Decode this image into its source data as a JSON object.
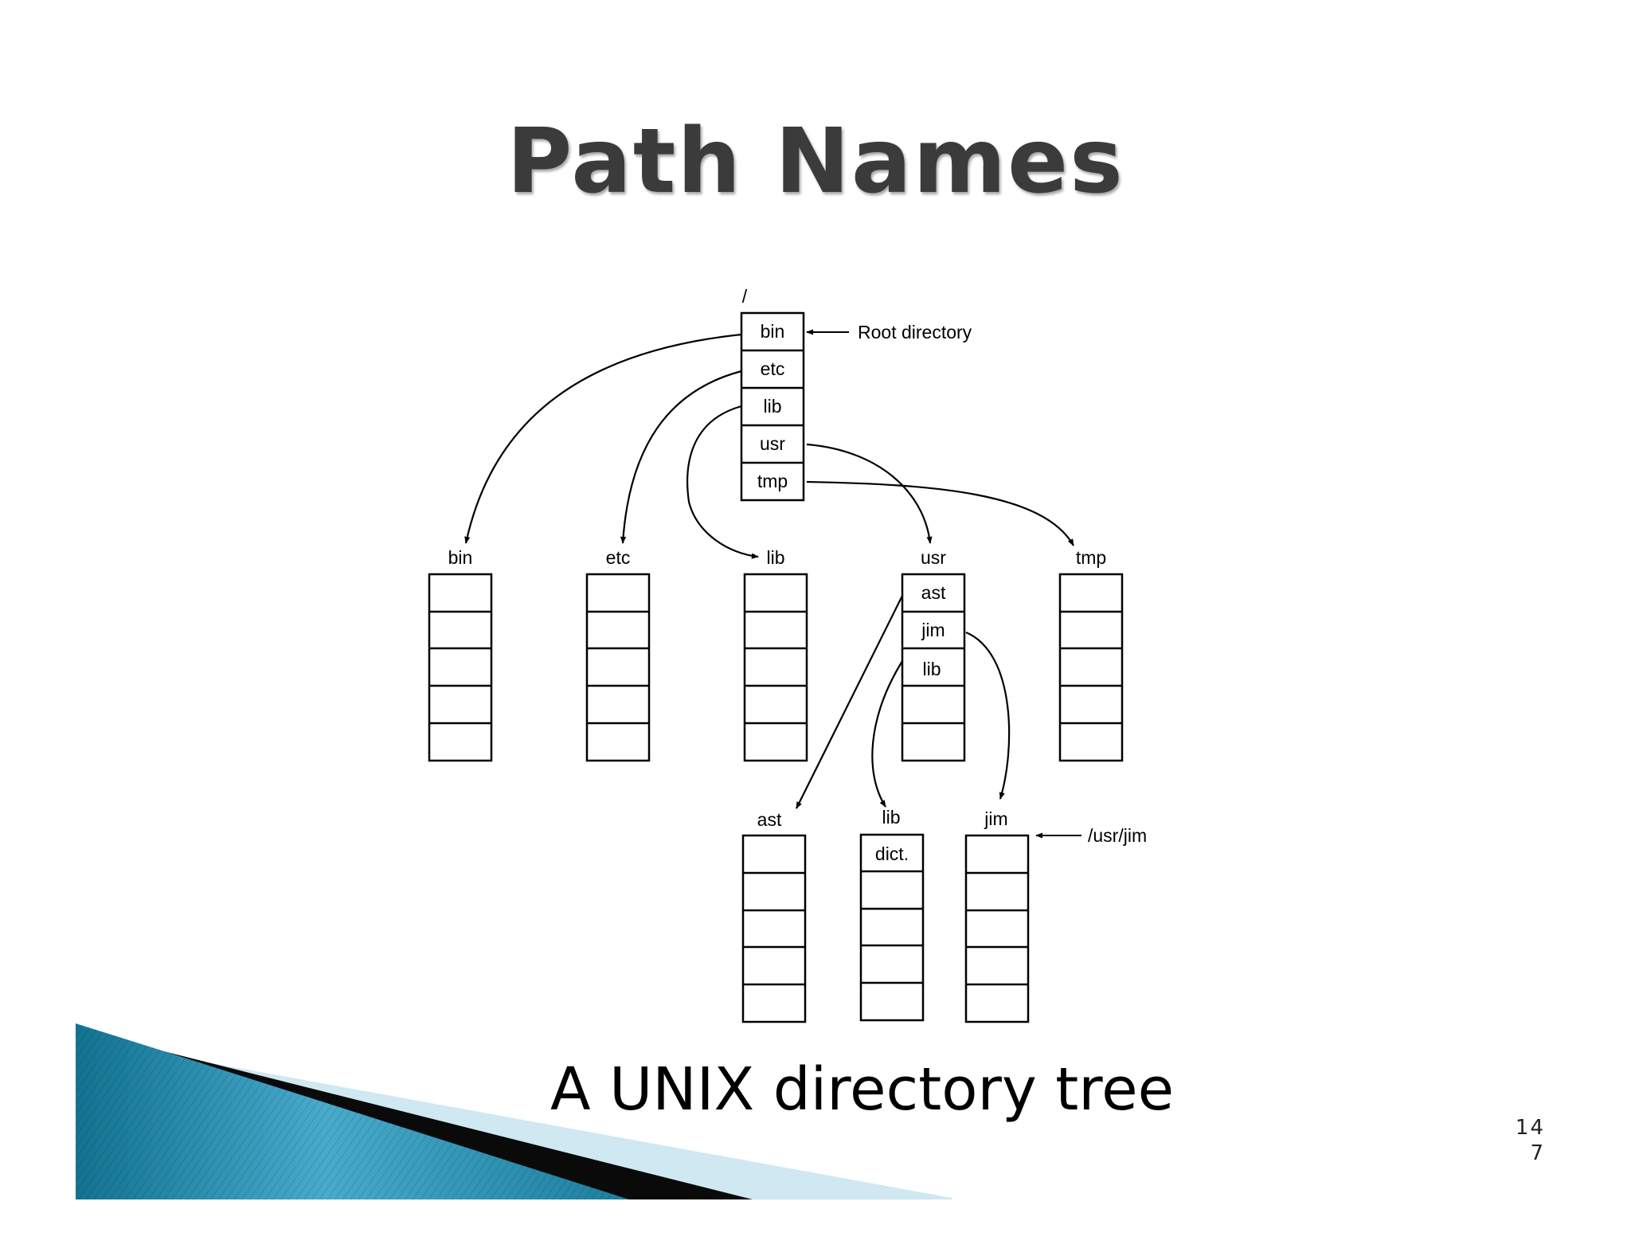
{
  "title": "Path Names",
  "caption": "A UNIX directory tree",
  "page_number": [
    "14",
    "7"
  ],
  "colors": {
    "decor_teal": "#1f7d9c",
    "decor_light": "#cfe8f1"
  },
  "diagram": {
    "root_label": "/",
    "root_entries": [
      "bin",
      "etc",
      "lib",
      "usr",
      "tmp"
    ],
    "root_annotation": "Root directory",
    "level1": [
      {
        "name": "bin",
        "entries": [
          "",
          "",
          "",
          "",
          ""
        ]
      },
      {
        "name": "etc",
        "entries": [
          "",
          "",
          "",
          "",
          ""
        ]
      },
      {
        "name": "lib",
        "entries": [
          "",
          "",
          "",
          "",
          ""
        ]
      },
      {
        "name": "usr",
        "entries": [
          "ast",
          "jim",
          "lib",
          "",
          ""
        ]
      },
      {
        "name": "tmp",
        "entries": [
          "",
          "",
          "",
          "",
          ""
        ]
      }
    ],
    "level2": [
      {
        "name": "ast",
        "entries": [
          "",
          "",
          "",
          "",
          ""
        ]
      },
      {
        "name": "lib",
        "entries": [
          "dict.",
          "",
          "",
          "",
          ""
        ]
      },
      {
        "name": "jim",
        "entries": [
          "",
          "",
          "",
          "",
          ""
        ]
      }
    ],
    "jim_annotation": "/usr/jim"
  }
}
